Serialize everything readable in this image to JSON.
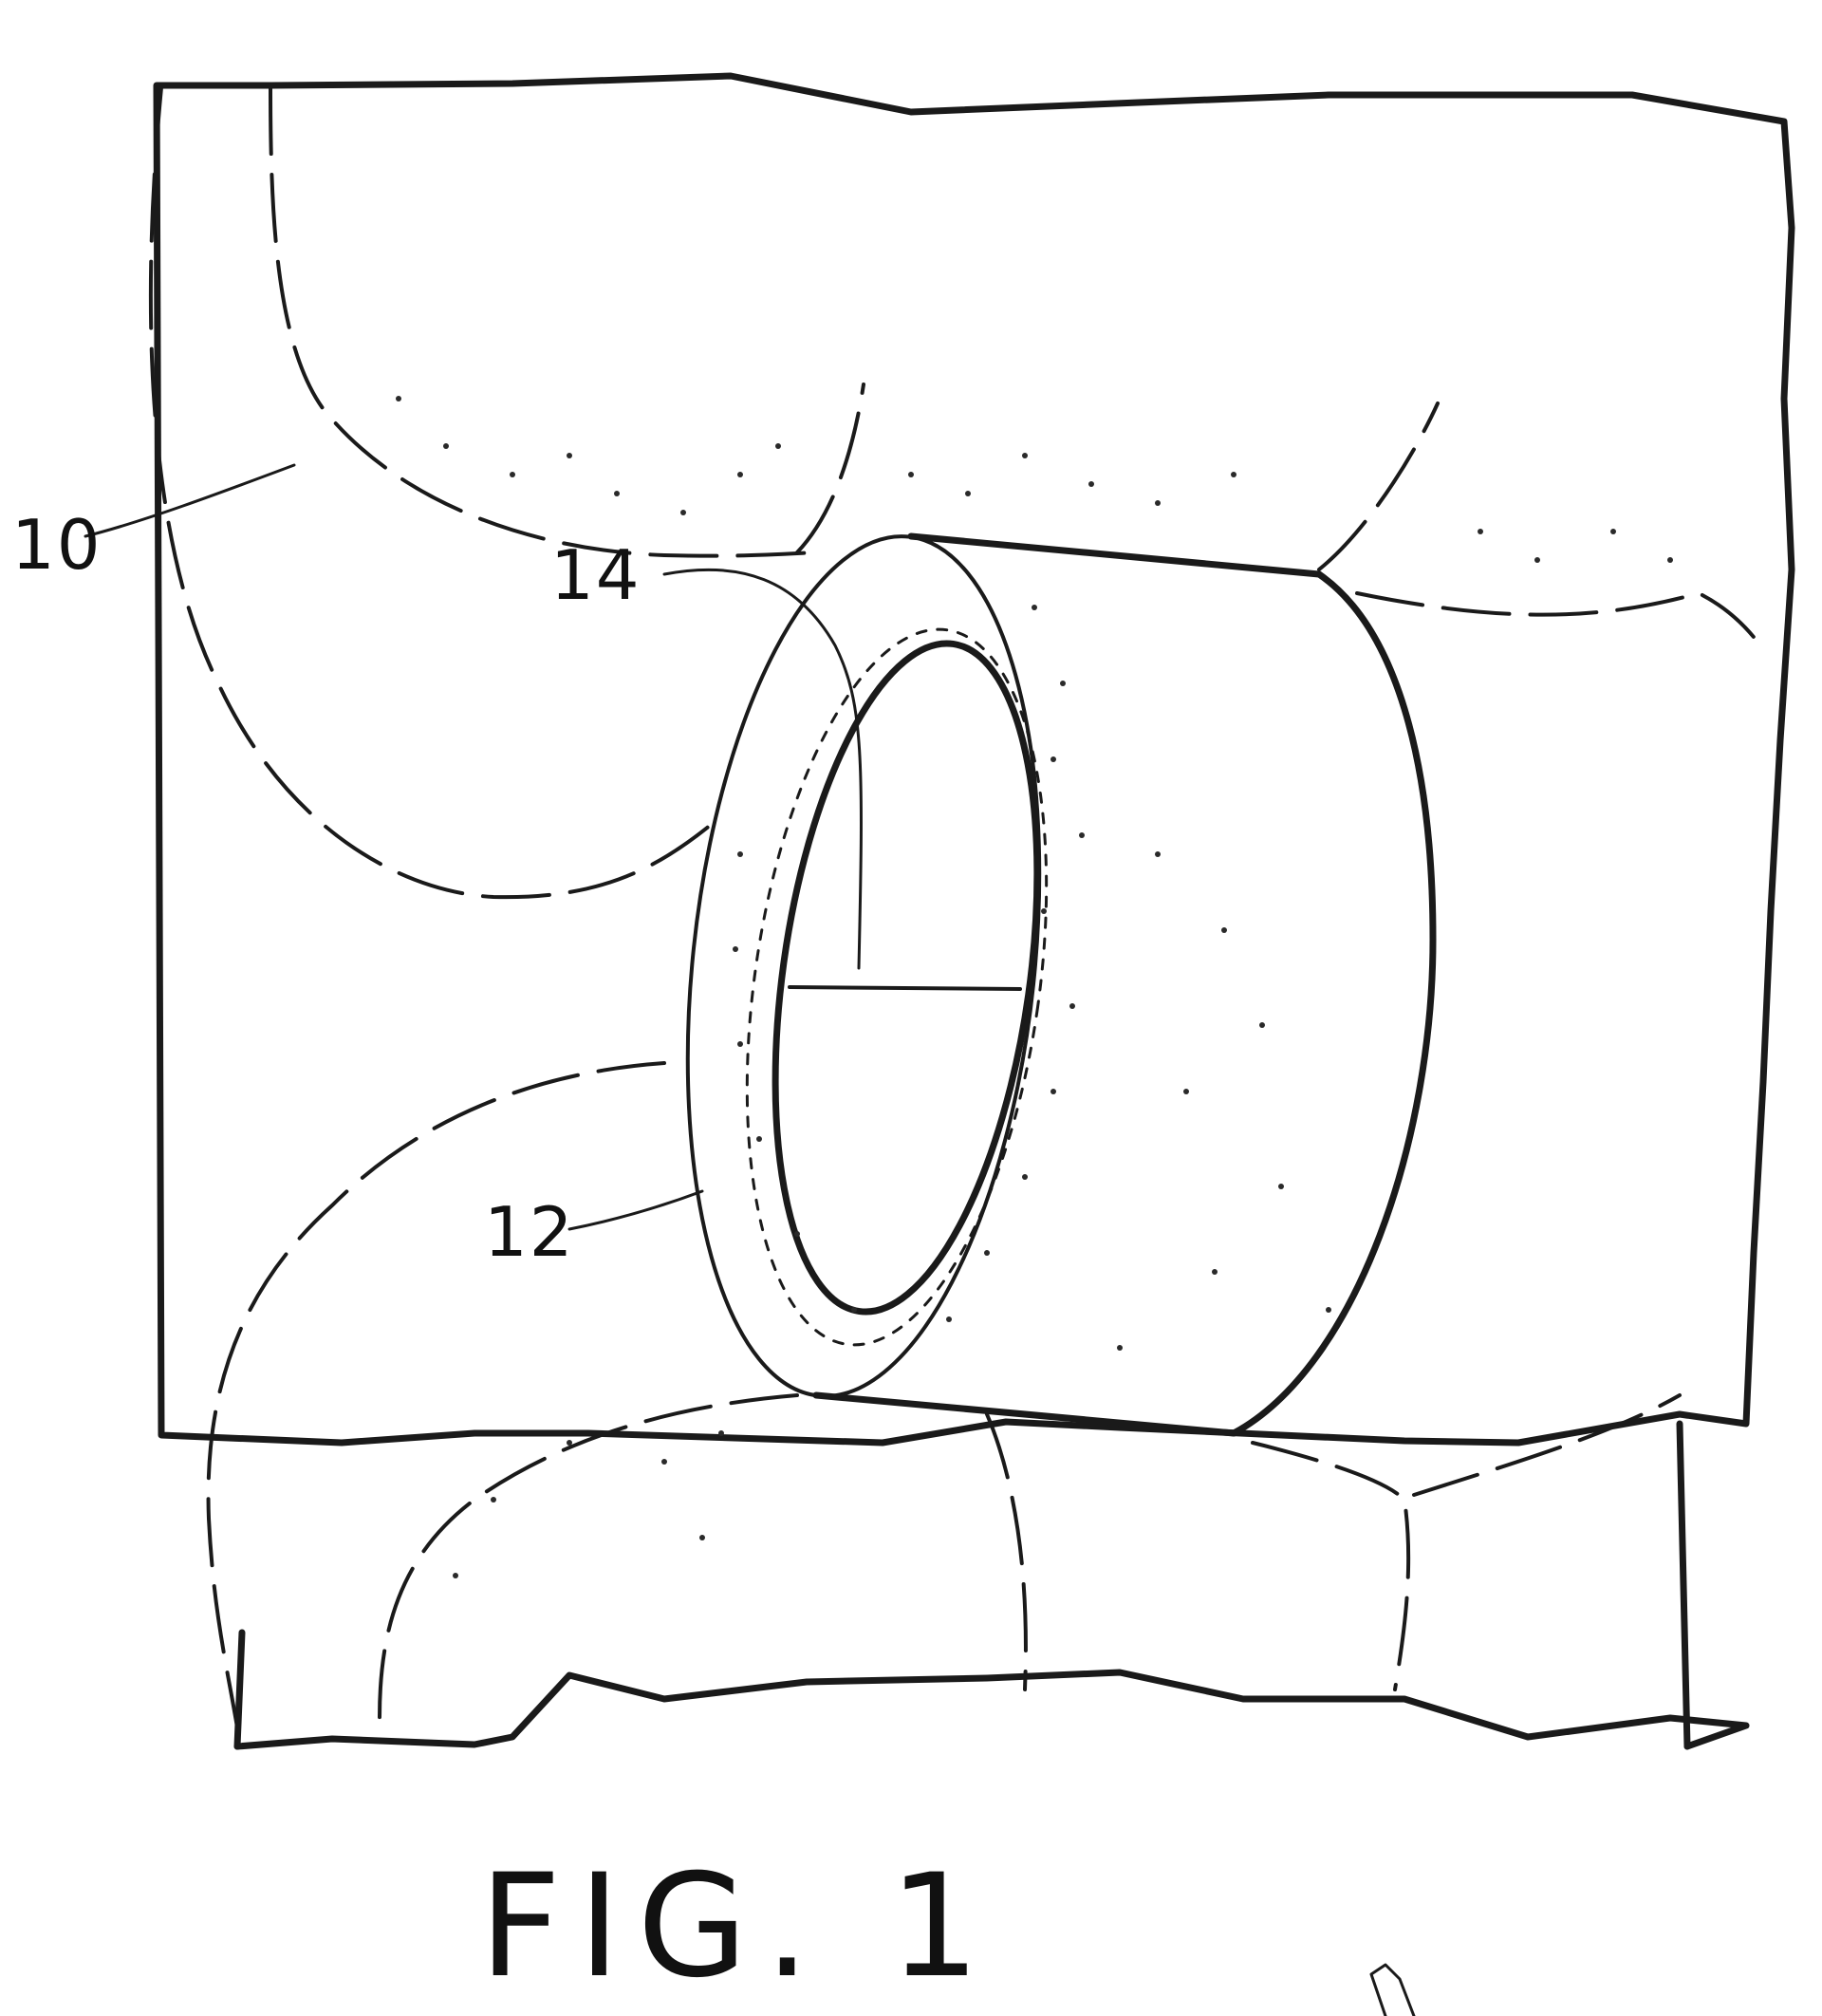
{
  "figure": {
    "caption": "FIG. 1",
    "type": "patent-drawing",
    "description": "Perspective view of a cylindrical sleeve inserted between curved tissue/pipe sections"
  },
  "reference_labels": [
    {
      "id": "10",
      "text": "10"
    },
    {
      "id": "12",
      "text": "12"
    },
    {
      "id": "14",
      "text": "14"
    }
  ],
  "colors": {
    "ink": "#1a1a1a",
    "background": "#ffffff"
  }
}
